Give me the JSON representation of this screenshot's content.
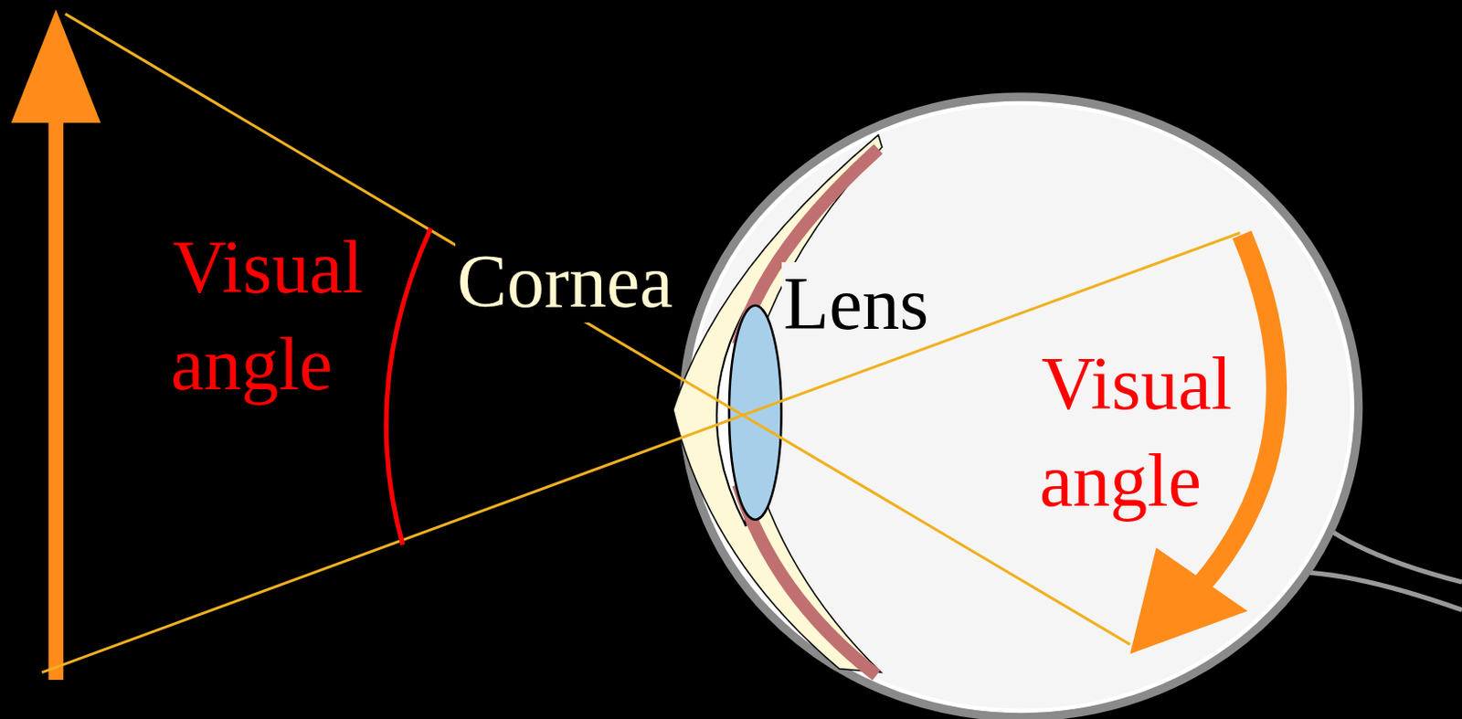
{
  "diagram": {
    "labels": [
      "Visual angle",
      "Cornea",
      "Lens",
      "Visual angle"
    ]
  }
}
